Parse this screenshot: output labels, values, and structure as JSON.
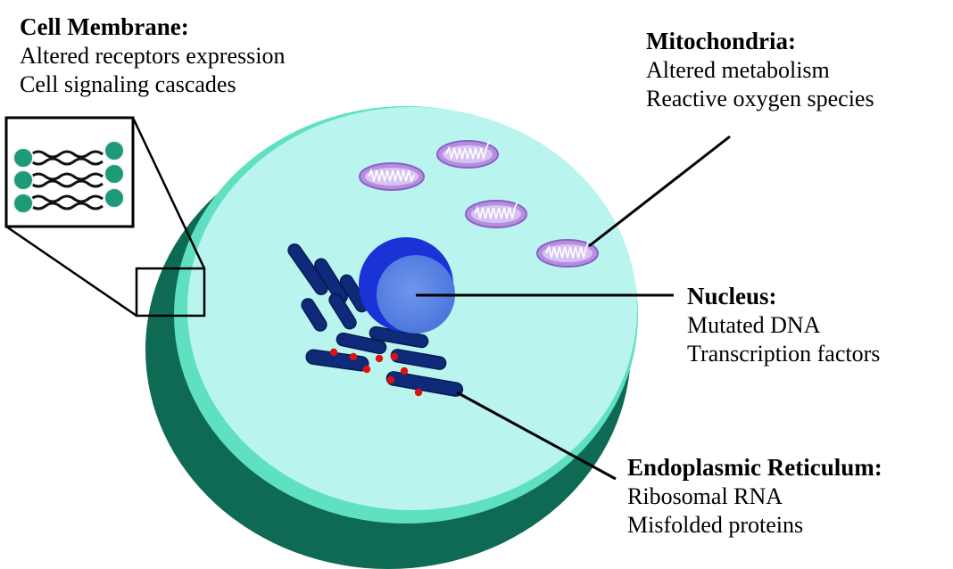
{
  "labels": {
    "cell_membrane": {
      "title": "Cell Membrane:",
      "lines": [
        "Altered receptors expression",
        "Cell signaling cascades"
      ]
    },
    "mitochondria": {
      "title": "Mitochondria:",
      "lines": [
        "Altered metabolism",
        "Reactive oxygen species"
      ]
    },
    "nucleus": {
      "title": "Nucleus:",
      "lines": [
        "Mutated DNA",
        "Transcription factors"
      ]
    },
    "endoplasmic_reticulum": {
      "title": "Endoplasmic Reticulum:",
      "lines": [
        "Ribosomal RNA",
        "Misfolded proteins"
      ]
    }
  },
  "colors": {
    "cell_outer": "#0e6a52",
    "cell_rim": "#5fe0c0",
    "cytoplasm": "#b9f5ee",
    "nucleus_outer": "#1b33d6",
    "nucleus_inner": "#5b86e6",
    "er_tubes": "#0f2a78",
    "ribosome": "#e01010",
    "mitochondria": "#b58ee0",
    "lipid_head": "#1f9a78"
  }
}
